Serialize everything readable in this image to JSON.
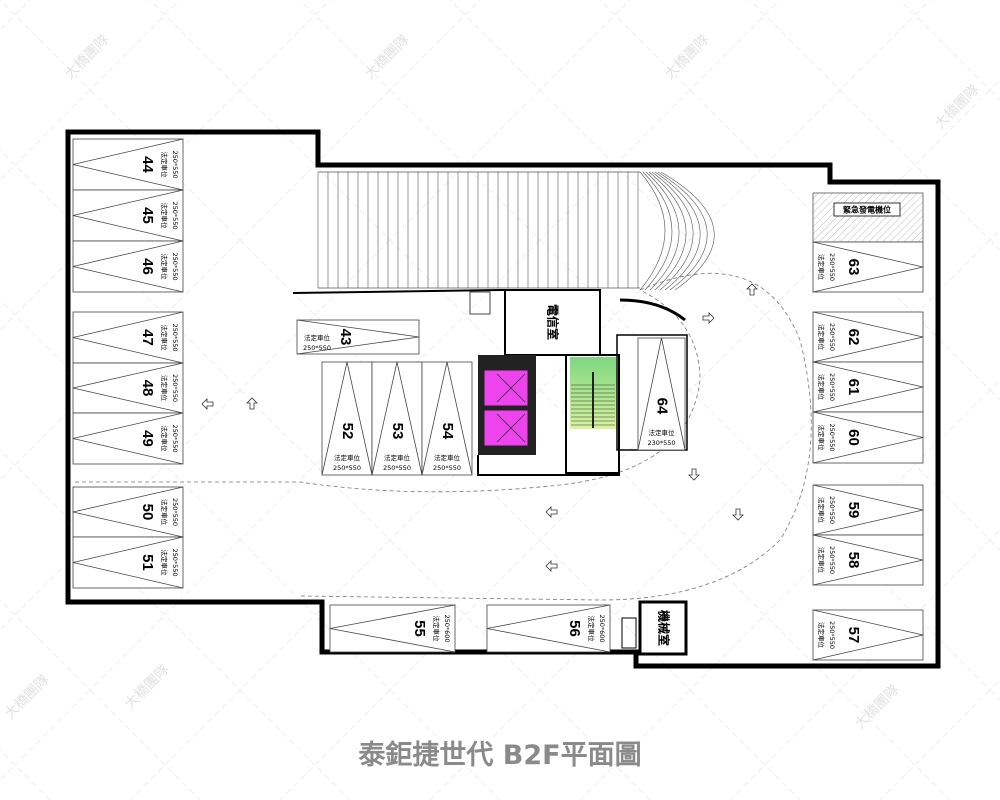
{
  "title": "泰鉅捷世代 B2F平面圖",
  "watermark": "大橋團隊",
  "rooms": {
    "telecom": "電信室",
    "mechanical": "機械室",
    "hatched_area": "緊急發電機位"
  },
  "colors": {
    "wall": "#000000",
    "elevator": "#ee44ee",
    "stair_green_top": "#7fd67f",
    "stair_green_bottom": "#d8f5a0",
    "title": "#8a8a8a"
  },
  "parking_spots": [
    {
      "number": "44",
      "type": "法定車位",
      "size": "250*550"
    },
    {
      "number": "45",
      "type": "法定車位",
      "size": "250*550"
    },
    {
      "number": "46",
      "type": "法定車位",
      "size": "250*550"
    },
    {
      "number": "47",
      "type": "法定車位",
      "size": "250*550"
    },
    {
      "number": "48",
      "type": "法定車位",
      "size": "250*550"
    },
    {
      "number": "49",
      "type": "法定車位",
      "size": "250*550"
    },
    {
      "number": "50",
      "type": "法定車位",
      "size": "250*550"
    },
    {
      "number": "51",
      "type": "法定車位",
      "size": "250*550"
    },
    {
      "number": "43",
      "type": "法定車位",
      "size": "250*550"
    },
    {
      "number": "52",
      "type": "法定車位",
      "size": "250*550"
    },
    {
      "number": "53",
      "type": "法定車位",
      "size": "250*550"
    },
    {
      "number": "54",
      "type": "法定車位",
      "size": "250*550"
    },
    {
      "number": "64",
      "type": "法定車位",
      "size": "230*550"
    },
    {
      "number": "55",
      "type": "法定車位",
      "size": "250*600"
    },
    {
      "number": "56",
      "type": "法定車位",
      "size": "250*600"
    },
    {
      "number": "63",
      "type": "法定車位",
      "size": "250*550"
    },
    {
      "number": "62",
      "type": "法定車位",
      "size": "250*550"
    },
    {
      "number": "61",
      "type": "法定車位",
      "size": "250*550"
    },
    {
      "number": "60",
      "type": "法定車位",
      "size": "250*550"
    },
    {
      "number": "59",
      "type": "法定車位",
      "size": "250*550"
    },
    {
      "number": "58",
      "type": "法定車位",
      "size": "250*550"
    },
    {
      "number": "57",
      "type": "法定車位",
      "size": "250*550"
    }
  ]
}
